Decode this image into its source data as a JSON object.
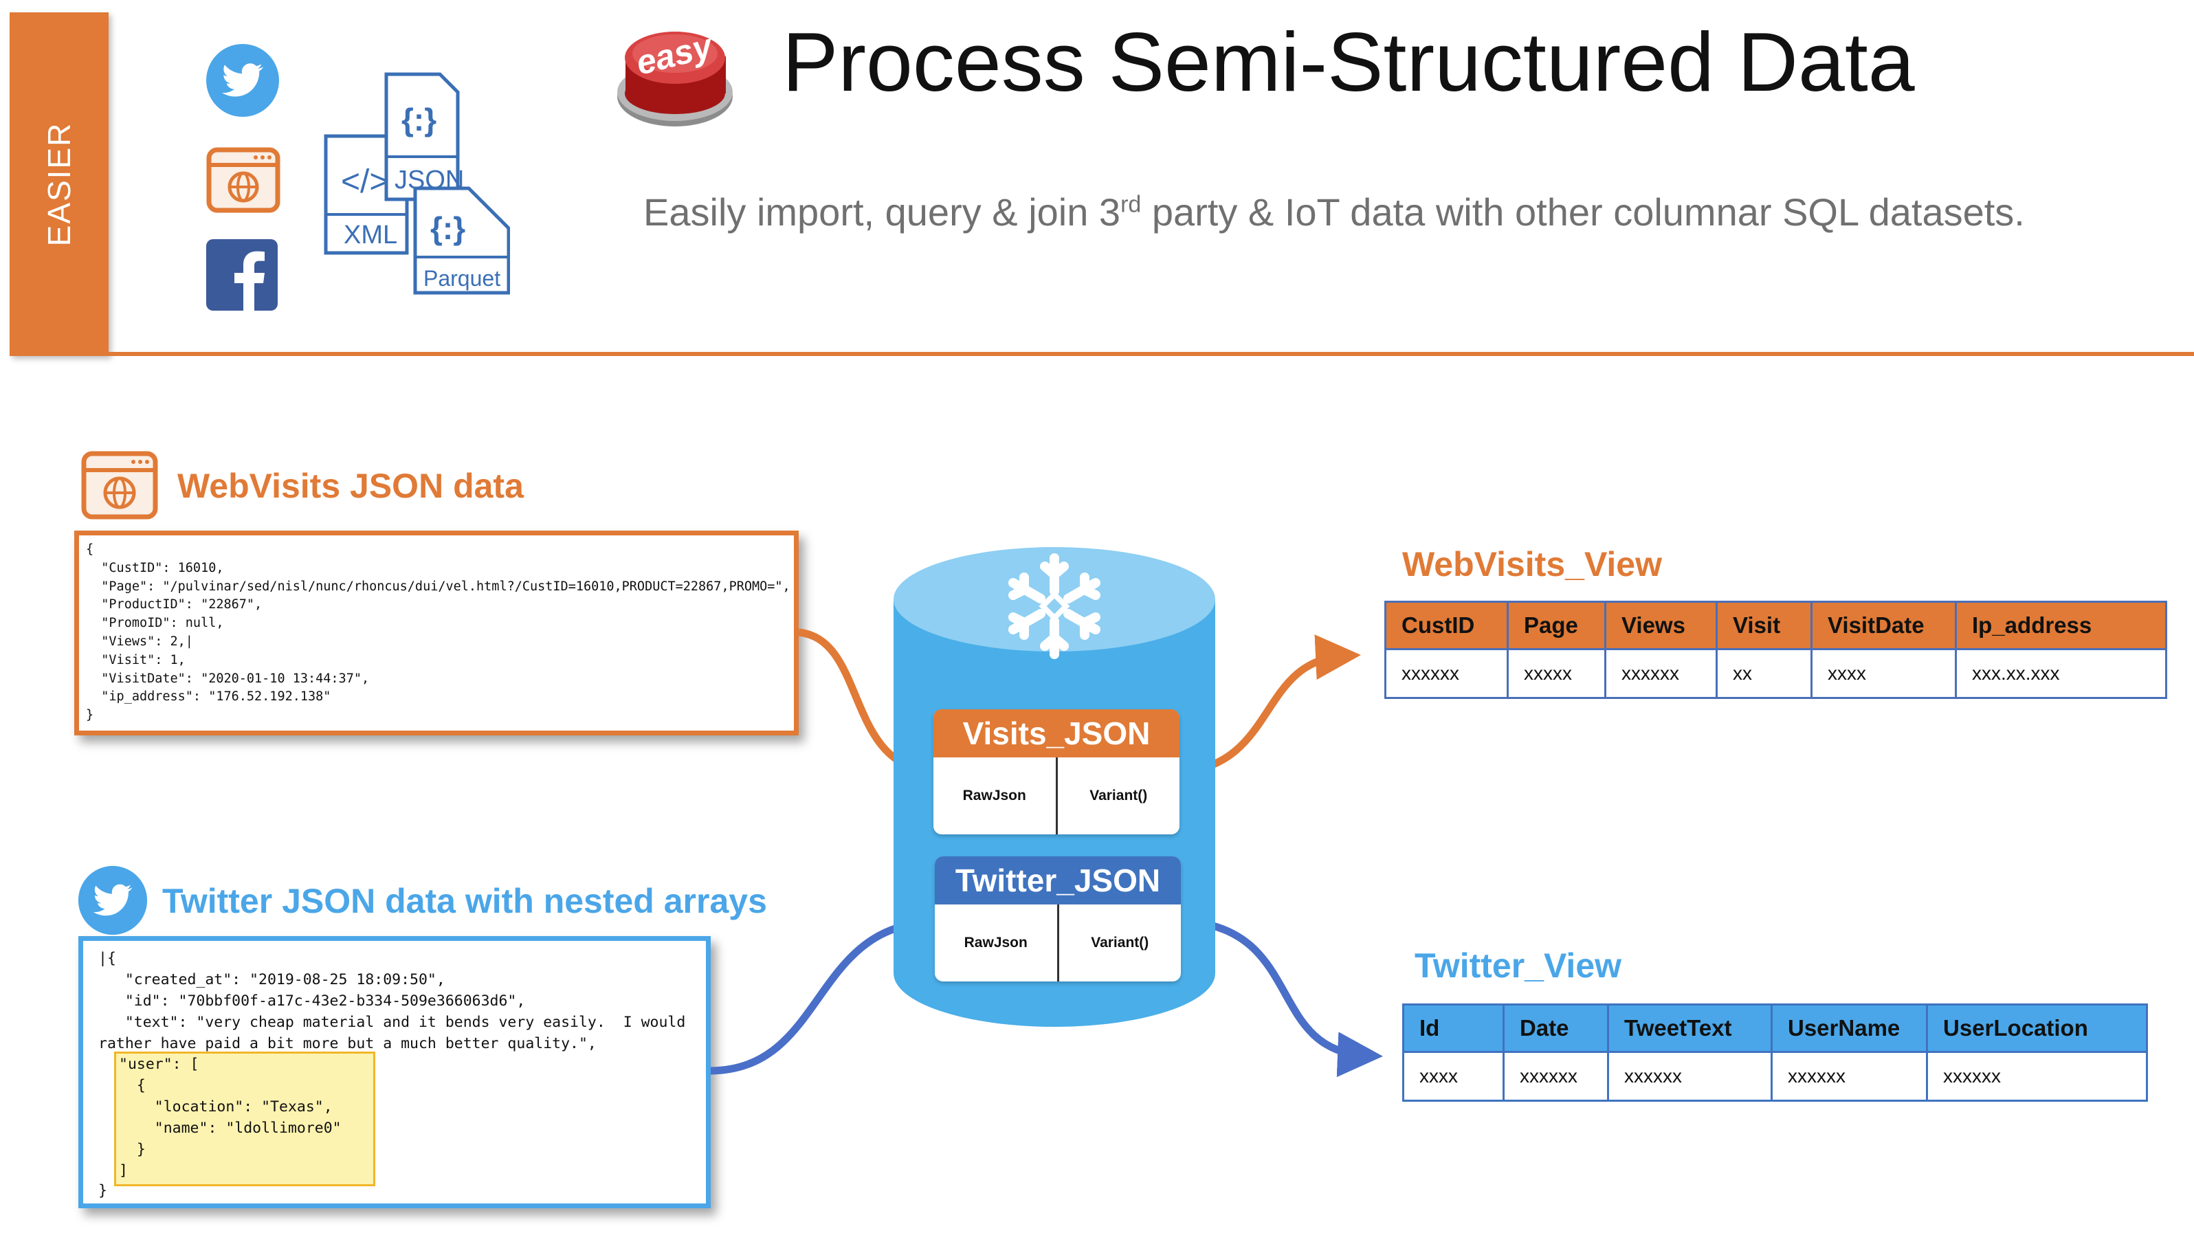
{
  "header": {
    "side_tab": "EASIER",
    "button_label": "easy",
    "title": "Process Semi-Structured Data",
    "subtitle_before": "Easily import, query & join 3",
    "subtitle_sup": "rd",
    "subtitle_after": " party & IoT data with other columnar SQL datasets.",
    "file_format_labels": [
      "JSON",
      "XML",
      "Parquet"
    ]
  },
  "webvisits_source": {
    "label": "WebVisits JSON data",
    "code": "{\n  \"CustID\": 16010,\n  \"Page\": \"/pulvinar/sed/nisl/nunc/rhoncus/dui/vel.html?/CustID=16010,PRODUCT=22867,PROMO=\",\n  \"ProductID\": \"22867\",\n  \"PromoID\": null,\n  \"Views\": 2,|\n  \"Visit\": 1,\n  \"VisitDate\": \"2020-01-10 13:44:37\",\n  \"ip_address\": \"176.52.192.138\"\n}"
  },
  "twitter_source": {
    "label": "Twitter JSON data with nested arrays",
    "code": "|{\n   \"created_at\": \"2019-08-25 18:09:50\",\n   \"id\": \"70bbf00f-a17c-43e2-b334-509e366063d6\",\n   \"text\": \"very cheap material and it bends very easily.  I would\nrather have paid a bit more but a much better quality.\",",
    "user_block": "\"user\": [\n  {\n    \"location\": \"Texas\",\n    \"name\": \"ldollimore0\"\n  }\n]",
    "closing": "}"
  },
  "stages": [
    {
      "name": "Visits_JSON",
      "col1": "RawJson",
      "col2": "Variant()"
    },
    {
      "name": "Twitter_JSON",
      "col1": "RawJson",
      "col2": "Variant()"
    }
  ],
  "webvisits_view": {
    "title": "WebVisits_View",
    "columns": [
      "CustID",
      "Page",
      "Views",
      "Visit",
      "VisitDate",
      "Ip_address"
    ],
    "row": [
      "xxxxxx",
      "xxxxx",
      "xxxxxx",
      "xx",
      "xxxx",
      "xxx.xx.xxx"
    ]
  },
  "twitter_view": {
    "title": "Twitter_View",
    "columns": [
      "Id",
      "Date",
      "TweetText",
      "UserName",
      "UserLocation"
    ],
    "row": [
      "xxxx",
      "xxxxxx",
      "xxxxxx",
      "xxxxxx",
      "xxxxxx"
    ]
  },
  "colors": {
    "orange": "#e07a36",
    "light_blue": "#4aa6e8",
    "dark_blue": "#3f73bf",
    "cylinder_blue": "#4aaee8",
    "icon_blue": "#3a6fb5"
  }
}
